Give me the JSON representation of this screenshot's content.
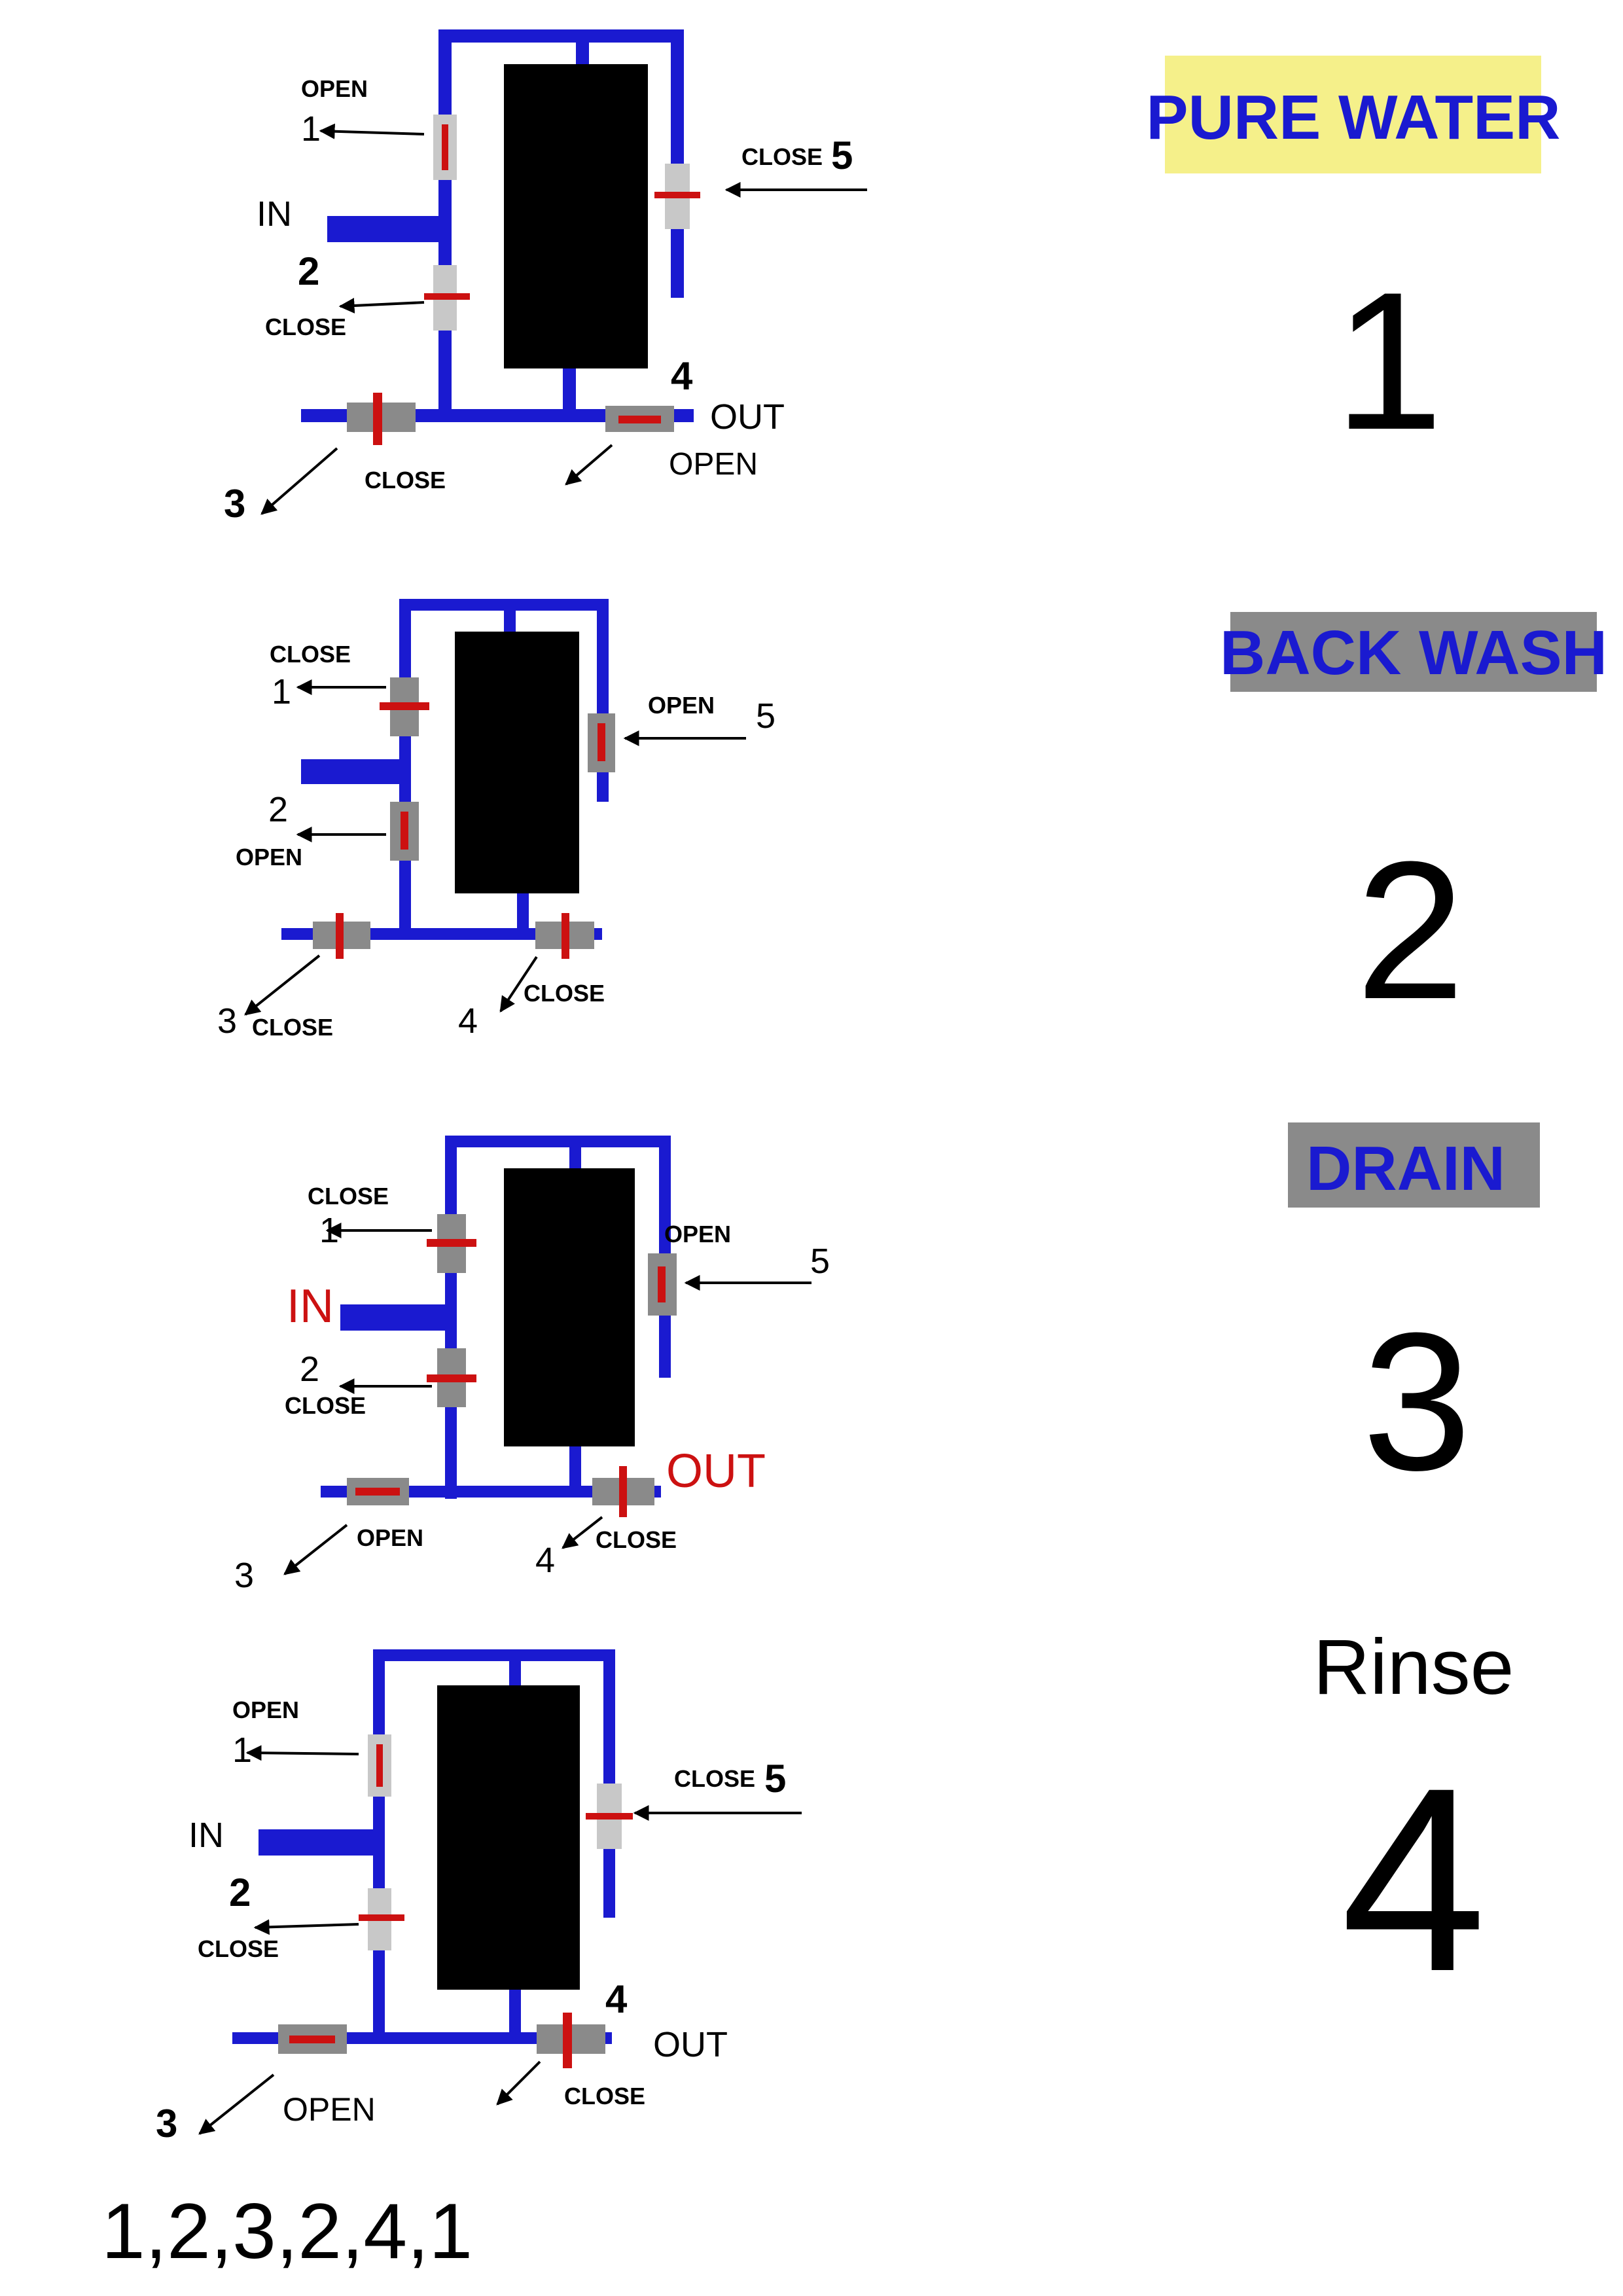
{
  "steps": [
    {
      "title": "PURE WATER",
      "number": "1",
      "valves": [
        {
          "id": "1",
          "state": "OPEN"
        },
        {
          "id": "2",
          "state": "CLOSE"
        },
        {
          "id": "3",
          "state": "CLOSE"
        },
        {
          "id": "4",
          "state": "OPEN"
        },
        {
          "id": "5",
          "state": "CLOSE"
        }
      ],
      "in_label": "IN",
      "out_label": "OUT"
    },
    {
      "title": "BACK WASH",
      "number": "2",
      "valves": [
        {
          "id": "1",
          "state": "CLOSE"
        },
        {
          "id": "2",
          "state": "OPEN"
        },
        {
          "id": "3",
          "state": "CLOSE"
        },
        {
          "id": "4",
          "state": "CLOSE"
        },
        {
          "id": "5",
          "state": "OPEN"
        }
      ]
    },
    {
      "title": "DRAIN",
      "number": "3",
      "valves": [
        {
          "id": "1",
          "state": "CLOSE"
        },
        {
          "id": "2",
          "state": "CLOSE"
        },
        {
          "id": "3",
          "state": "OPEN"
        },
        {
          "id": "4",
          "state": "CLOSE"
        },
        {
          "id": "5",
          "state": "OPEN"
        }
      ],
      "in_label": "IN",
      "out_label": "OUT"
    },
    {
      "title": "Rinse",
      "number": "4",
      "valves": [
        {
          "id": "1",
          "state": "OPEN"
        },
        {
          "id": "2",
          "state": "CLOSE"
        },
        {
          "id": "3",
          "state": "OPEN"
        },
        {
          "id": "4",
          "state": "CLOSE"
        },
        {
          "id": "5",
          "state": "CLOSE"
        }
      ],
      "in_label": "IN",
      "out_label": "OUT"
    }
  ],
  "sequence": "1,2,3,2,4,1",
  "colors": {
    "pipe": "#1a1ad0",
    "tank": "#000000",
    "valve_body_light": "#c8c8c8",
    "valve_body_dark": "#8a8a8a",
    "valve_mark": "#cc1111",
    "tag_yellow": "#f5f08a",
    "tag_gray": "#8a8a8a",
    "label_red": "#cc1111"
  }
}
